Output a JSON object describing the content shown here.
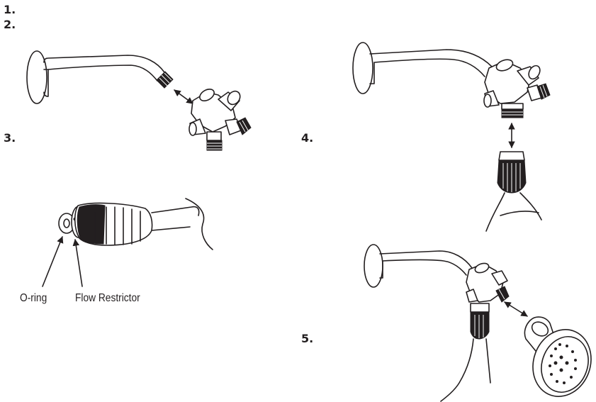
{
  "steps": {
    "s1": "1.",
    "s2": "2.",
    "s3": "3.",
    "s4": "4.",
    "s5": "5."
  },
  "callouts": {
    "oring": "O-ring",
    "flow": "Flow Restrictor"
  },
  "colors": {
    "line": "#231f20",
    "background": "#ffffff"
  }
}
